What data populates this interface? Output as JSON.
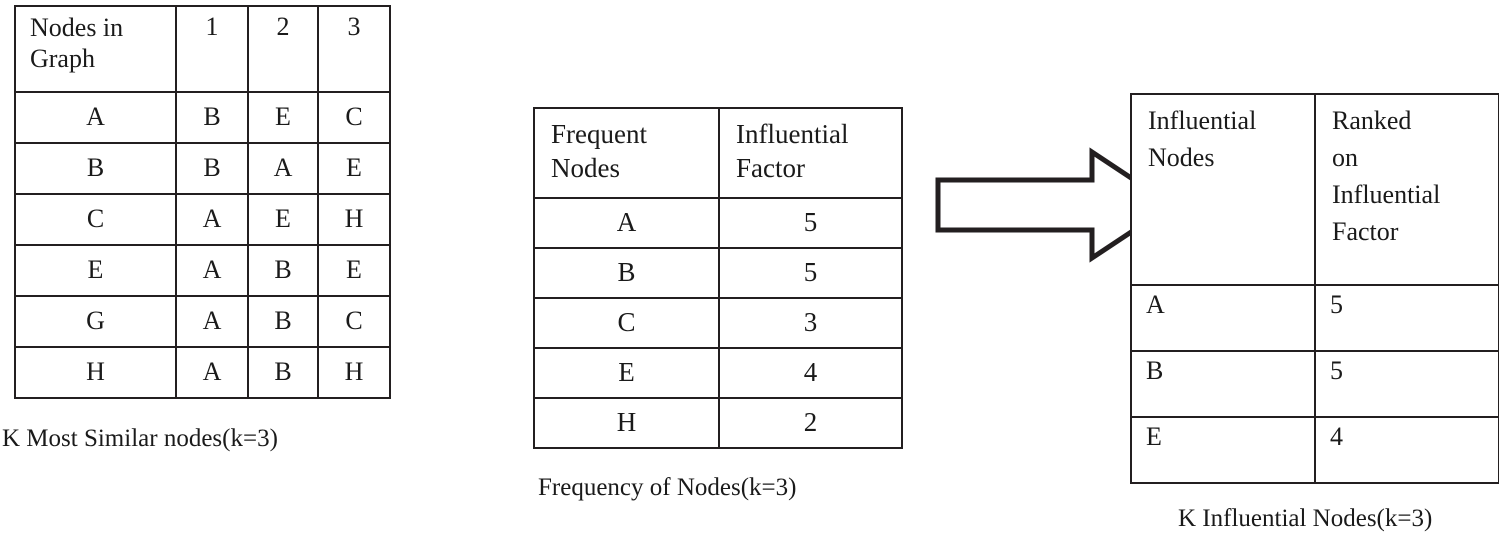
{
  "tables": {
    "similar": {
      "name": "K Most Similar nodes table",
      "caption": "K Most Similar nodes(k=3)",
      "headers": [
        "Nodes in Graph",
        "1",
        "2",
        "3"
      ],
      "header_label_line1": "Nodes in",
      "header_label_line2": "Graph",
      "rows": [
        [
          "A",
          "B",
          "E",
          "C"
        ],
        [
          "B",
          "B",
          "A",
          "E"
        ],
        [
          "C",
          "A",
          "E",
          "H"
        ],
        [
          "E",
          "A",
          "B",
          "E"
        ],
        [
          "G",
          "A",
          "B",
          "C"
        ],
        [
          "H",
          "A",
          "B",
          "H"
        ]
      ]
    },
    "frequency": {
      "name": "Frequency of Nodes table",
      "caption": "Frequency of Nodes(k=3)",
      "headers": [
        "Frequent Nodes",
        "Influential Factor"
      ],
      "header_col1_line1": "Frequent",
      "header_col1_line2": "Nodes",
      "header_col2_line1": "Influential",
      "header_col2_line2": "Factor",
      "rows": [
        [
          "A",
          "5"
        ],
        [
          "B",
          "5"
        ],
        [
          "C",
          "3"
        ],
        [
          "E",
          "4"
        ],
        [
          "H",
          "2"
        ]
      ]
    },
    "influential": {
      "name": "K Influential Nodes table",
      "caption": "K Influential Nodes(k=3)",
      "headers": [
        "Influential Nodes",
        "Ranked on Influential Factor"
      ],
      "header_col1_line1": "Influential",
      "header_col1_line2": "Nodes",
      "header_col2_line1": "Ranked",
      "header_col2_line2": "on",
      "header_col2_line3": "Influential",
      "header_col2_line4": "Factor",
      "rows": [
        [
          "A",
          "5"
        ],
        [
          "B",
          "5"
        ],
        [
          "E",
          "4"
        ]
      ]
    }
  },
  "arrow": {
    "name": "right-arrow",
    "direction": "right",
    "fill": "#ffffff",
    "stroke": "#231f20"
  },
  "colors": {
    "background": "#ffffff",
    "border": "#231f20",
    "text": "#1a1a1a"
  }
}
